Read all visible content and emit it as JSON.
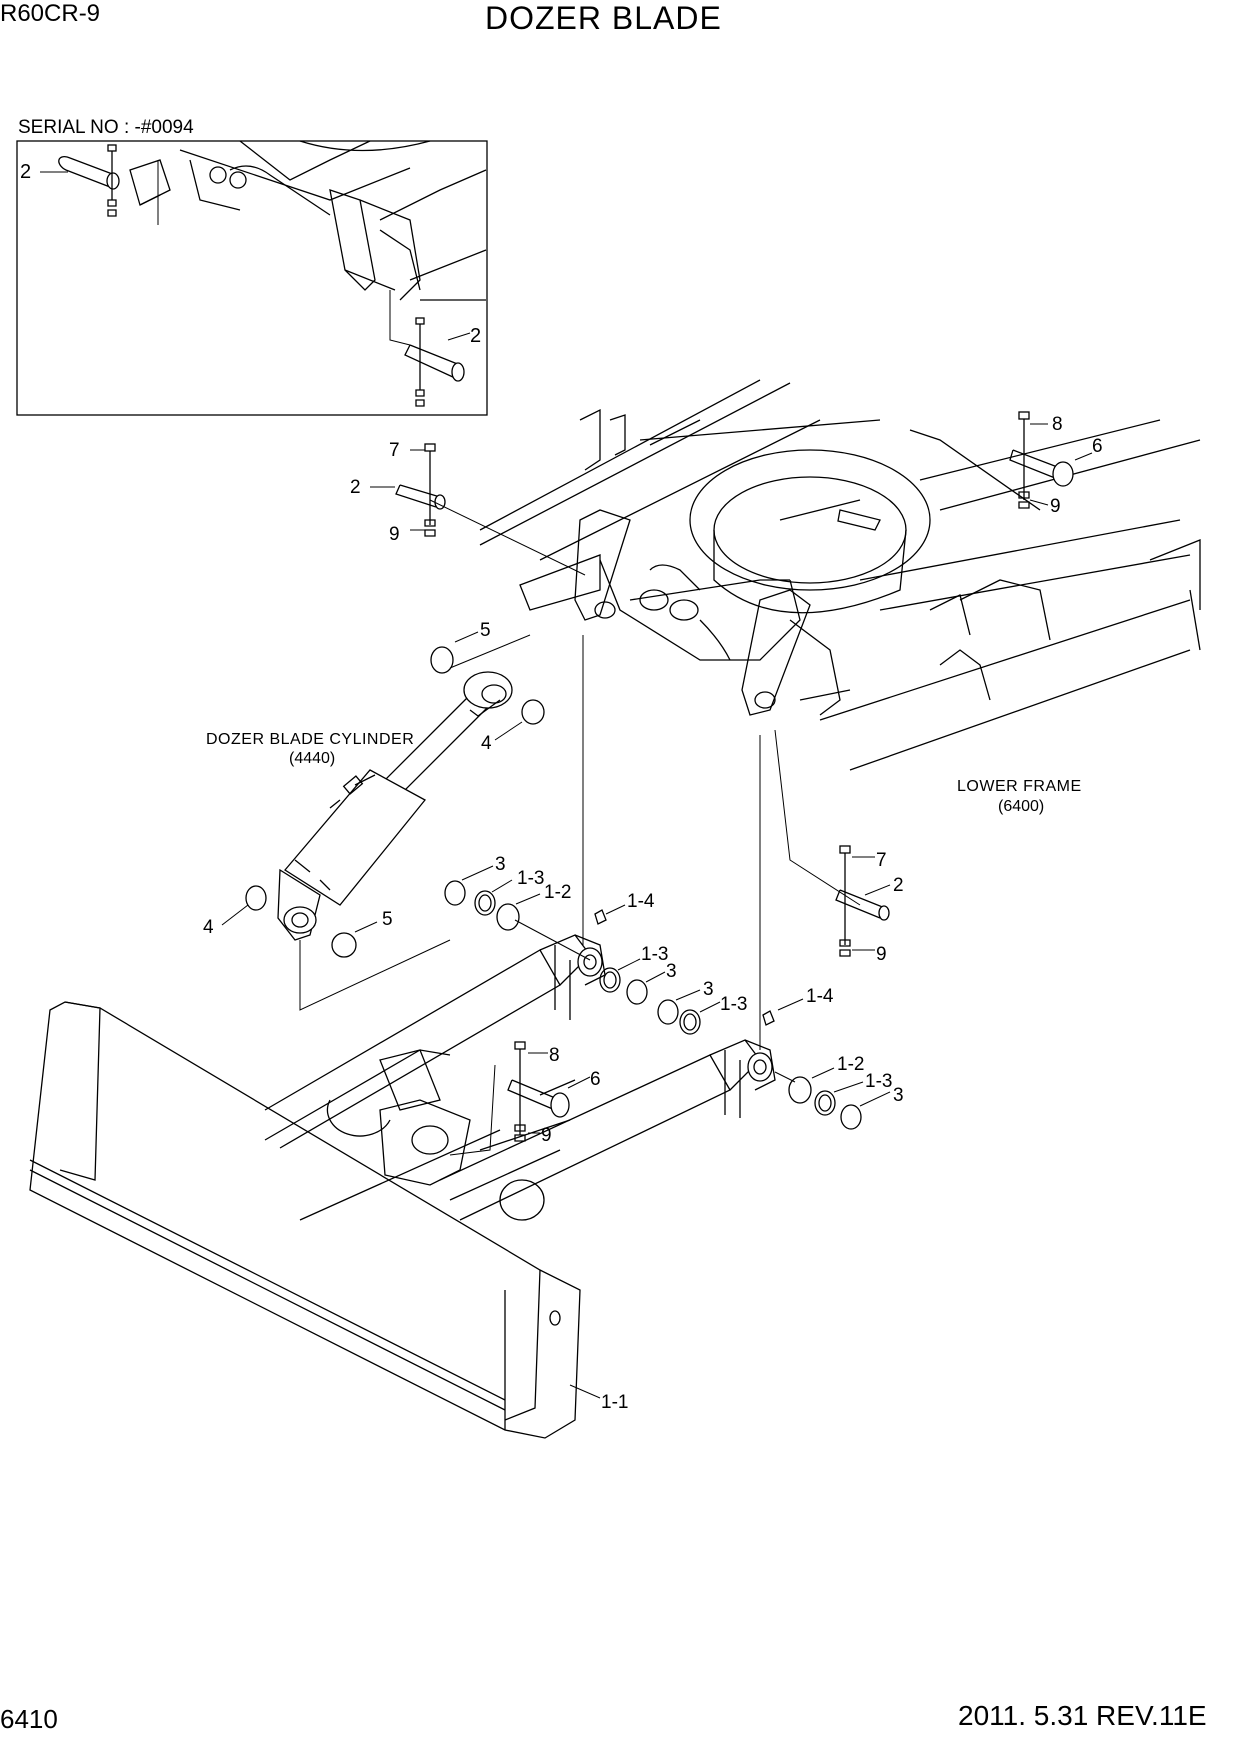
{
  "header": {
    "model": "R60CR-9",
    "title": "DOZER BLADE"
  },
  "inset": {
    "serial_label": "SERIAL NO : -#0094",
    "callouts": [
      "2",
      "2"
    ]
  },
  "labels": {
    "cylinder_name": "DOZER BLADE CYLINDER",
    "cylinder_ref": "(4440)",
    "lower_frame_name": "LOWER FRAME",
    "lower_frame_ref": "(6400)"
  },
  "callouts": {
    "pin_top_left_bolt": "7",
    "pin_top_left": "2",
    "pin_top_left_nut": "9",
    "pin_top_right_bolt": "8",
    "pin_top_right": "6",
    "pin_top_right_nut": "9",
    "cyl_top_snap": "5",
    "cyl_top_ring": "4",
    "cyl_bot_ring": "4",
    "cyl_bot_snap": "5",
    "left_arm_shim": "3",
    "left_arm_ring": "1-3",
    "left_arm_bush": "1-2",
    "left_arm_grease": "1-4",
    "left_arm_ring_b": "1-3",
    "left_arm_shim_b": "3",
    "right_arm_shim": "3",
    "right_arm_ring": "1-3",
    "right_arm_grease": "1-4",
    "right_arm_bush": "1-2",
    "right_arm_ring_b": "1-3",
    "right_arm_shim_b": "3",
    "mid_pin_bolt": "8",
    "mid_pin": "6",
    "mid_pin_nut": "9",
    "right_pin_bolt": "7",
    "right_pin": "2",
    "right_pin_nut": "9",
    "blade": "1-1"
  },
  "footer": {
    "page_number": "6410",
    "revision": "2011. 5.31  REV.11E"
  }
}
